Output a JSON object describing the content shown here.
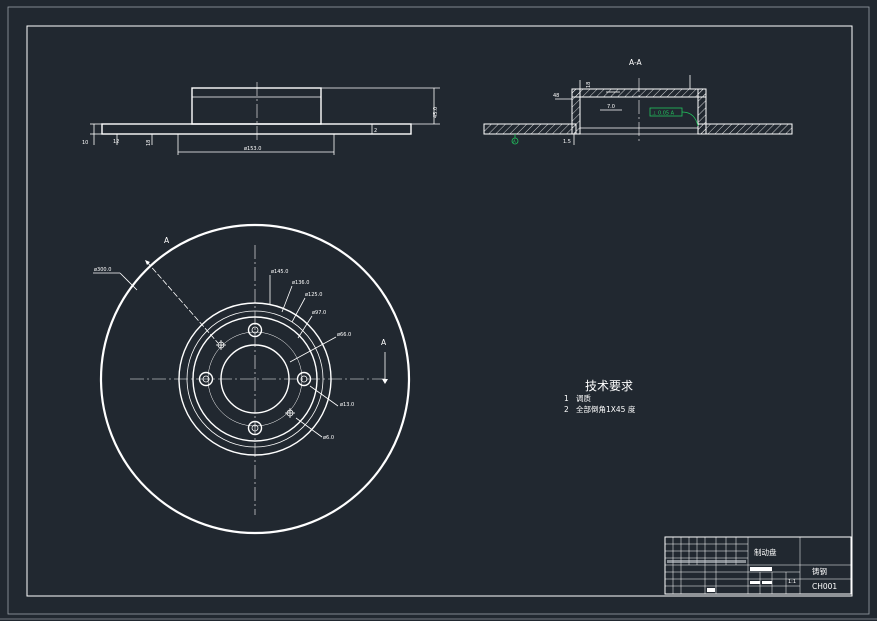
{
  "section_label": "A-A",
  "cut_label_left": "A",
  "cut_label_right": "A",
  "front_view": {
    "dim_height": "45.0",
    "dim_width": "ø153.0",
    "dim_thick_left": "10",
    "dim_thick_a": "12",
    "dim_thick_b": "18",
    "dim_small": "2"
  },
  "section_view": {
    "dim_top": "18",
    "dim_step": "48",
    "dim_inner": "7.0",
    "dim_bottom": "1.5",
    "tolerance_box": "⊥ 0.05 A",
    "datum_symbol": "A"
  },
  "plan_view": {
    "dim_outer": "ø300.0",
    "dim_145": "ø145.0",
    "dim_136": "ø136.0",
    "dim_125": "ø125.0",
    "dim_97": "ø97.0",
    "dim_66": "ø66.0",
    "dim_hole": "ø13.0",
    "dim_small_hole": "ø6.0"
  },
  "tech_req": {
    "heading": "技术要求",
    "items": [
      {
        "num": "1",
        "text": "调质"
      },
      {
        "num": "2",
        "text": "全部倒角1X45 度"
      }
    ]
  },
  "title_block": {
    "part_name": "制动盘",
    "material": "铸钢",
    "drawing_no": "CH001",
    "scale": "1:1"
  },
  "colors": {
    "background": "#212830",
    "lines": "#ffffff",
    "tolerance": "#22c55e"
  }
}
